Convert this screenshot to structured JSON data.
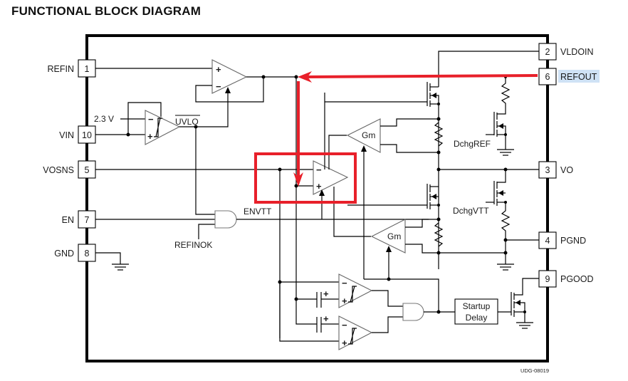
{
  "title": "FUNCTIONAL BLOCK DIAGRAM",
  "figure_id": "UDG-08019",
  "pins_left": [
    {
      "name": "REFIN",
      "number": "1"
    },
    {
      "name": "VIN",
      "number": "10"
    },
    {
      "name": "VOSNS",
      "number": "5"
    },
    {
      "name": "EN",
      "number": "7"
    },
    {
      "name": "GND",
      "number": "8"
    }
  ],
  "pins_right": [
    {
      "name": "VLDOIN",
      "number": "2"
    },
    {
      "name": "REFOUT",
      "number": "6",
      "highlighted": true
    },
    {
      "name": "VO",
      "number": "3"
    },
    {
      "name": "PGND",
      "number": "4"
    },
    {
      "name": "PGOOD",
      "number": "9"
    }
  ],
  "labels": {
    "threshold": "2.3 V",
    "uvlo": "UVLO",
    "envtt": "ENVTT",
    "refinok": "REFINOK",
    "dchg_ref": "DchgREF",
    "dchg_vtt": "DchgVTT",
    "gm_top": "Gm",
    "gm_bottom": "Gm",
    "startup_line1": "Startup",
    "startup_line2": "Delay",
    "plus": "+",
    "minus": "−"
  },
  "annotation": {
    "color": "#e8202a",
    "highlight_color": "#cfe2f5",
    "description": "Red arrow from REFOUT pin to the non-inverting input of the VO error amplifier, with highlight box"
  }
}
